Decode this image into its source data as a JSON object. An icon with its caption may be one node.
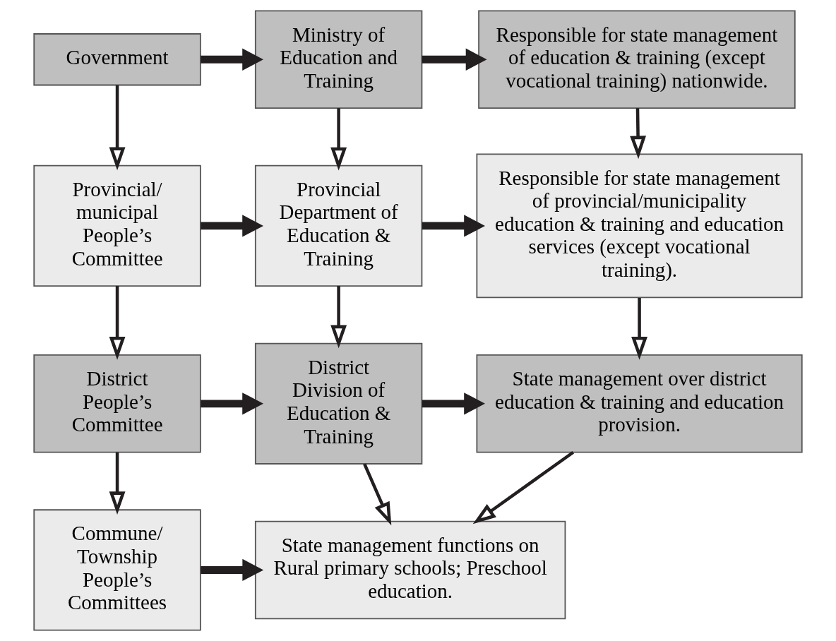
{
  "diagram": {
    "nodes": [
      {
        "text": [
          "Government"
        ]
      },
      {
        "text": [
          "Ministry of Education and Training"
        ]
      },
      {
        "text": [
          "Responsible for state management of education & training (except vocational training) nationwide."
        ]
      },
      {
        "text": [
          "Provincial/ municipal People’s Committee"
        ]
      },
      {
        "text": [
          "Provincial Department of Education & Training"
        ]
      },
      {
        "text": [
          "Responsible for state management of provincial/municipality education & training and education services (except vocational training)."
        ]
      },
      {
        "text": [
          "District People’s Committee"
        ]
      },
      {
        "text": [
          "District Division of Education & Training"
        ]
      },
      {
        "text": [
          "State management over district education & training and education provision."
        ]
      },
      {
        "text": [
          "Commune/ Township People’s Committees"
        ]
      },
      {
        "text": [
          "State management functions on Rural primary schools; Preschool education."
        ]
      }
    ],
    "edges": [
      {
        "from": 0,
        "to": 1,
        "arrow": "to",
        "style": "thick"
      },
      {
        "from": 1,
        "to": 2,
        "arrow": "to",
        "style": "thick"
      },
      {
        "from": 0,
        "to": 3,
        "arrow": "to"
      },
      {
        "from": 1,
        "to": 4,
        "arrow": "to"
      },
      {
        "from": 2,
        "to": 5,
        "arrow": "to"
      },
      {
        "from": 3,
        "to": 4,
        "arrow": "to",
        "style": "thick"
      },
      {
        "from": 4,
        "to": 5,
        "arrow": "to",
        "style": "thick"
      },
      {
        "from": 3,
        "to": 6,
        "arrow": "to"
      },
      {
        "from": 4,
        "to": 7,
        "arrow": "to"
      },
      {
        "from": 5,
        "to": 8,
        "arrow": "to"
      },
      {
        "from": 6,
        "to": 7,
        "arrow": "to",
        "style": "thick"
      },
      {
        "from": 7,
        "to": 8,
        "arrow": "to",
        "style": "thick"
      },
      {
        "from": 6,
        "to": 9,
        "arrow": "to"
      },
      {
        "from": 7,
        "to": 10,
        "arrow": "to"
      },
      {
        "from": 8,
        "to": 10,
        "arrow": "to"
      },
      {
        "from": 9,
        "to": 10,
        "arrow": "to",
        "style": "thick"
      }
    ]
  }
}
